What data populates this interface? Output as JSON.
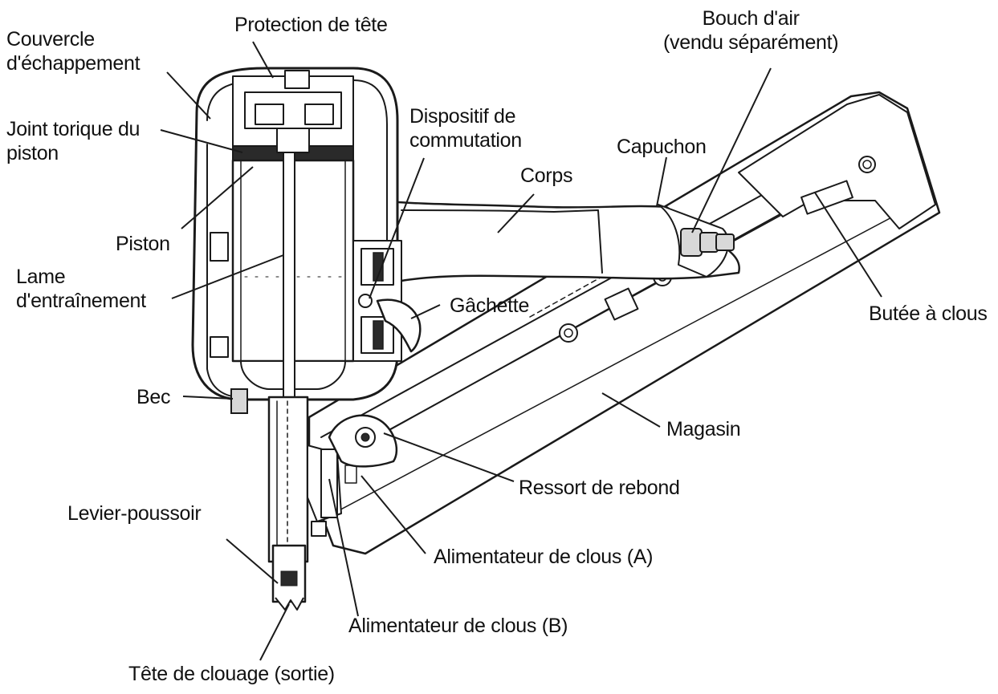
{
  "labels": {
    "couvercle_echappement": [
      "Couvercle",
      "d'échappement"
    ],
    "protection_tete": "Protection de tête",
    "bouch_air": [
      "Bouch d'air",
      "(vendu séparément)"
    ],
    "joint_torique": [
      "Joint torique du",
      "piston"
    ],
    "dispositif_commutation": [
      "Dispositif de",
      "commutation"
    ],
    "capuchon": "Capuchon",
    "corps": "Corps",
    "piston": "Piston",
    "lame_entrainement": [
      "Lame",
      "d'entraînement"
    ],
    "gachette": "Gâchette",
    "butee_clous": "Butée à clous",
    "bec": "Bec",
    "magasin": "Magasin",
    "ressort_rebond": "Ressort de rebond",
    "levier_poussoir": "Levier-poussoir",
    "alimentateur_a": "Alimentateur de clous (A)",
    "alimentateur_b": "Alimentateur de clous (B)",
    "tete_clouage": "Tête de clouage (sortie)"
  },
  "colors": {
    "ink": "#1a1a1a",
    "background": "#ffffff"
  }
}
